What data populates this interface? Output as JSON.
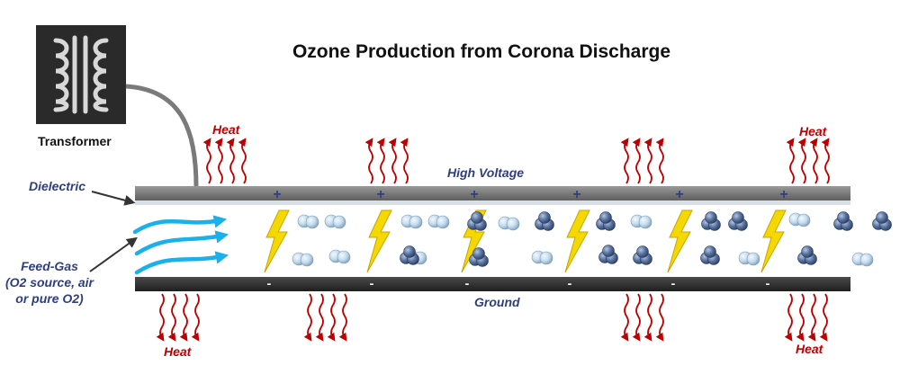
{
  "title": "Ozone Production from Corona Discharge",
  "labels": {
    "transformer": "Transformer",
    "dielectric": "Dielectric",
    "high_voltage": "High Voltage",
    "ground": "Ground",
    "feed_gas_line1": "Feed-Gas",
    "feed_gas_line2": "(O2 source, air",
    "feed_gas_line3": "or pure O2)",
    "heat": "Heat"
  },
  "symbols": {
    "positive": "+",
    "negative": "-"
  },
  "colors": {
    "heat_arrow": "#c00000",
    "label_blue": "#2f3f7e",
    "gas_arrow": "#1ab0ea",
    "lightning": "#f5d800",
    "oxygen_molecule": "#b9d5ea",
    "ozone_molecule": "#56709a",
    "electrode_high": "#808080",
    "electrode_ground": "#3a3a3a"
  }
}
